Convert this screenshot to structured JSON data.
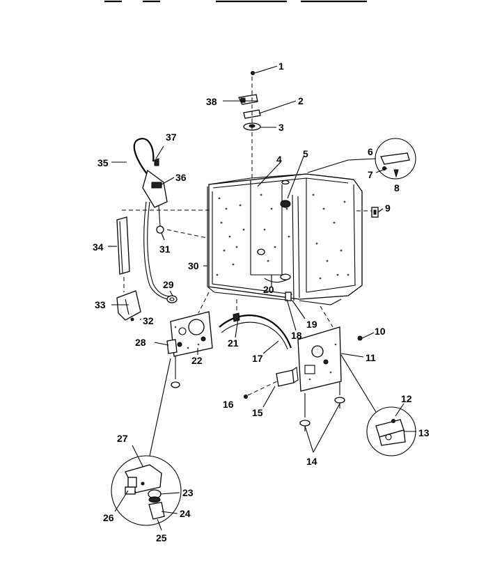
{
  "diagram": {
    "callouts": [
      {
        "id": "c1",
        "text": "1"
      },
      {
        "id": "c2",
        "text": "2"
      },
      {
        "id": "c3",
        "text": "3"
      },
      {
        "id": "c4",
        "text": "4"
      },
      {
        "id": "c5",
        "text": "5"
      },
      {
        "id": "c6",
        "text": "6"
      },
      {
        "id": "c7",
        "text": "7"
      },
      {
        "id": "c8",
        "text": "8"
      },
      {
        "id": "c9",
        "text": "9"
      },
      {
        "id": "c10",
        "text": "10"
      },
      {
        "id": "c11",
        "text": "11"
      },
      {
        "id": "c12",
        "text": "12"
      },
      {
        "id": "c13",
        "text": "13"
      },
      {
        "id": "c14",
        "text": "14"
      },
      {
        "id": "c15",
        "text": "15"
      },
      {
        "id": "c16",
        "text": "16"
      },
      {
        "id": "c17",
        "text": "17"
      },
      {
        "id": "c18",
        "text": "18"
      },
      {
        "id": "c19",
        "text": "19"
      },
      {
        "id": "c20a",
        "text": "20"
      },
      {
        "id": "c21",
        "text": "21"
      },
      {
        "id": "c22",
        "text": "22"
      },
      {
        "id": "c23",
        "text": "23"
      },
      {
        "id": "c24",
        "text": "24"
      },
      {
        "id": "c25",
        "text": "25"
      },
      {
        "id": "c26",
        "text": "26"
      },
      {
        "id": "c27",
        "text": "27"
      },
      {
        "id": "c28",
        "text": "28"
      },
      {
        "id": "c29",
        "text": "29"
      },
      {
        "id": "c30",
        "text": "30"
      },
      {
        "id": "c31",
        "text": "31"
      },
      {
        "id": "c32",
        "text": "32"
      },
      {
        "id": "c33",
        "text": "33"
      },
      {
        "id": "c34",
        "text": "34"
      },
      {
        "id": "c35",
        "text": "35"
      },
      {
        "id": "c36",
        "text": "36"
      },
      {
        "id": "c37",
        "text": "37"
      },
      {
        "id": "c38",
        "text": "38"
      }
    ]
  }
}
